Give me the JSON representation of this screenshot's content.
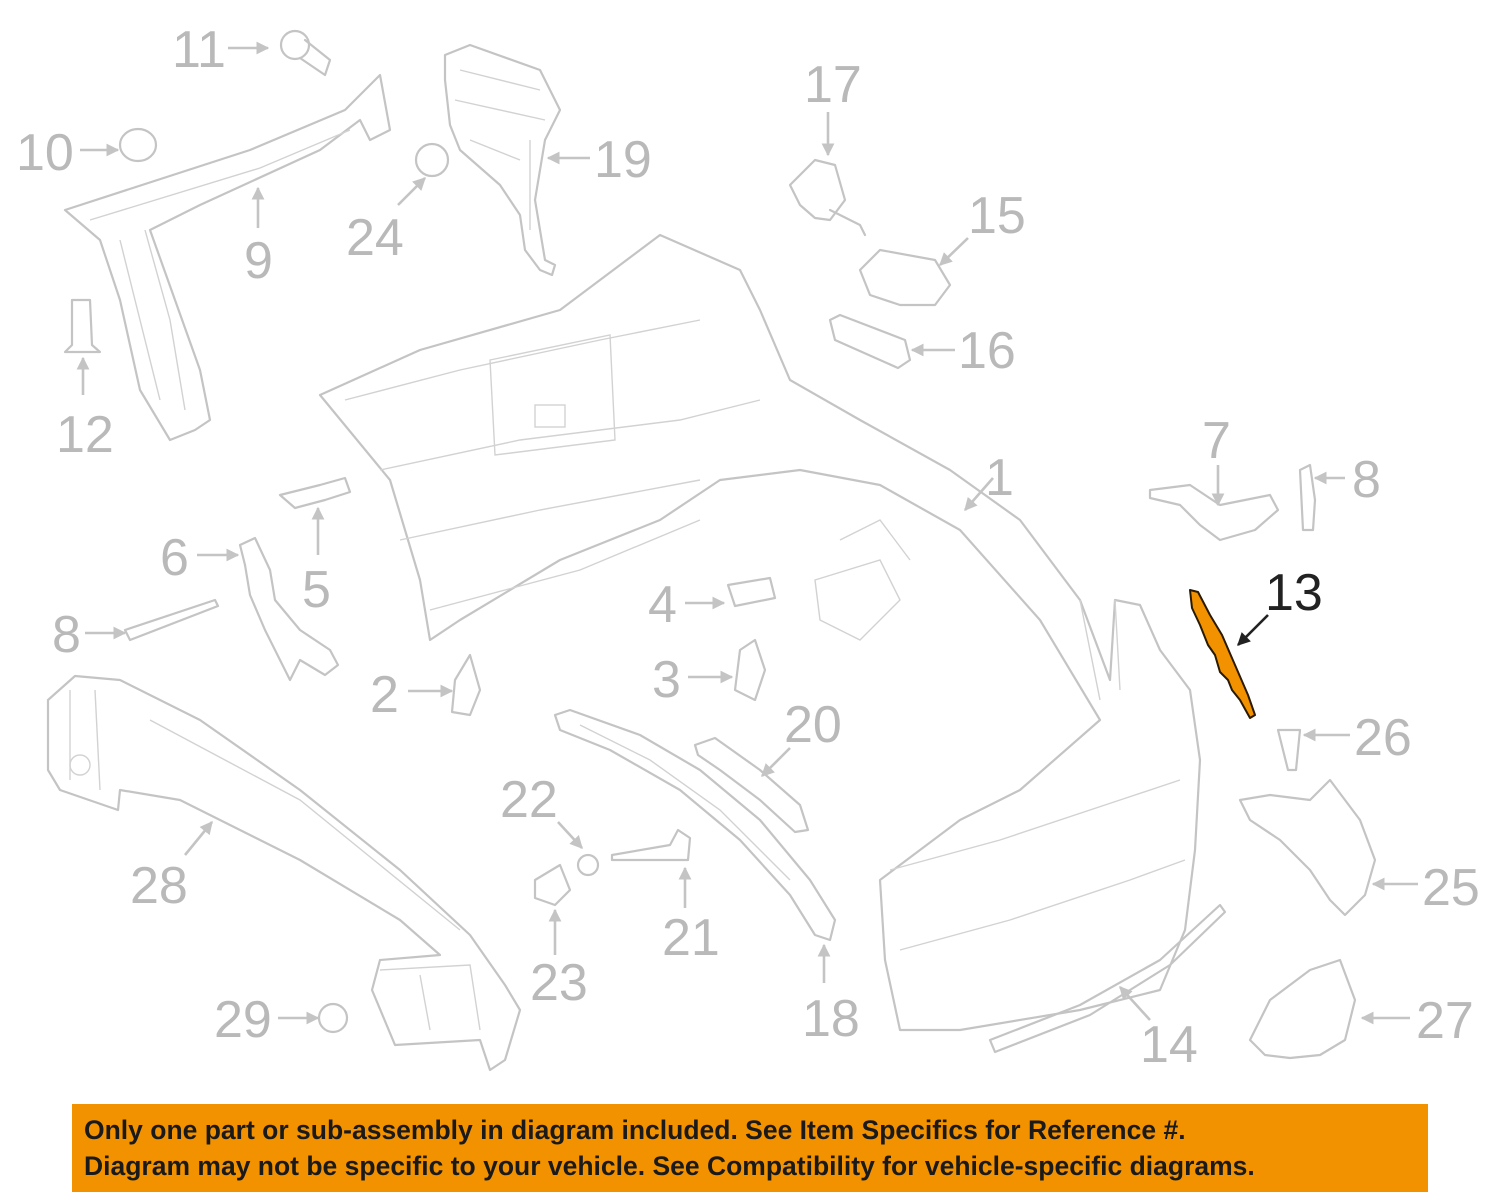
{
  "diagram": {
    "highlight_color": "#f39200",
    "callouts": {
      "c1": "1",
      "c2": "2",
      "c3": "3",
      "c4": "4",
      "c5": "5",
      "c6": "6",
      "c7": "7",
      "c8a": "8",
      "c8b": "8",
      "c9": "9",
      "c10": "10",
      "c11": "11",
      "c12": "12",
      "c13": "13",
      "c14": "14",
      "c15": "15",
      "c16": "16",
      "c17": "17",
      "c18": "18",
      "c19": "19",
      "c20": "20",
      "c21": "21",
      "c22": "22",
      "c23": "23",
      "c24": "24",
      "c25": "25",
      "c26": "26",
      "c27": "27",
      "c28": "28",
      "c29": "29"
    }
  },
  "banner": {
    "line1": "Only one part or sub-assembly in diagram included. See Item Specifics for Reference #.",
    "line2": "Diagram may not be specific to your vehicle. See Compatibility for vehicle-specific diagrams."
  }
}
